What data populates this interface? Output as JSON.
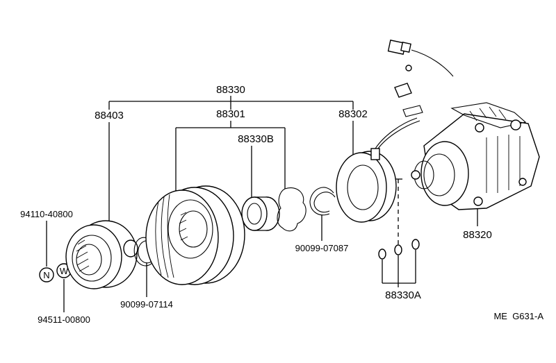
{
  "diagram": {
    "labels": {
      "assembly": "88330",
      "pressure_plate": "88403",
      "pulley_assy": "88301",
      "field_coil": "88302",
      "bearing": "88330B",
      "compressor": "88320",
      "shims": "88330A",
      "nut_part": "94110-40800",
      "washer_part": "94511-00800",
      "snap_ring_small": "90099-07114",
      "snap_ring_coil": "90099-07087",
      "ref_code": "ME  G631-A"
    },
    "nut_glyph": "N",
    "washer_glyph": "W"
  }
}
